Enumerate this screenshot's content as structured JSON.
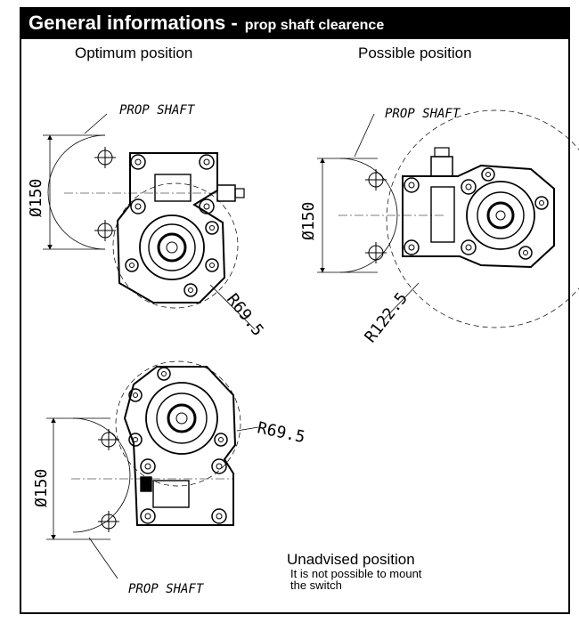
{
  "header": {
    "title": "General informations -",
    "subtitle": "prop shaft clearence"
  },
  "views": [
    {
      "caption": "Optimum position",
      "diameter_label": "Ø150",
      "radius_label": "R69.5",
      "shaft_label": "PROP SHAFT"
    },
    {
      "caption": "Possible position",
      "diameter_label": "Ø150",
      "radius_label": "R122.5",
      "shaft_label": "PROP SHAFT"
    },
    {
      "caption": "",
      "diameter_label": "Ø150",
      "radius_label": "R69.5",
      "shaft_label": "PROP SHAFT"
    }
  ],
  "unadvised": {
    "title": "Unadvised position",
    "note_line1": "It is not possible to mount",
    "note_line2": "the switch"
  },
  "colors": {
    "header_bg": "#000000",
    "header_text": "#ffffff",
    "line": "#000000"
  }
}
